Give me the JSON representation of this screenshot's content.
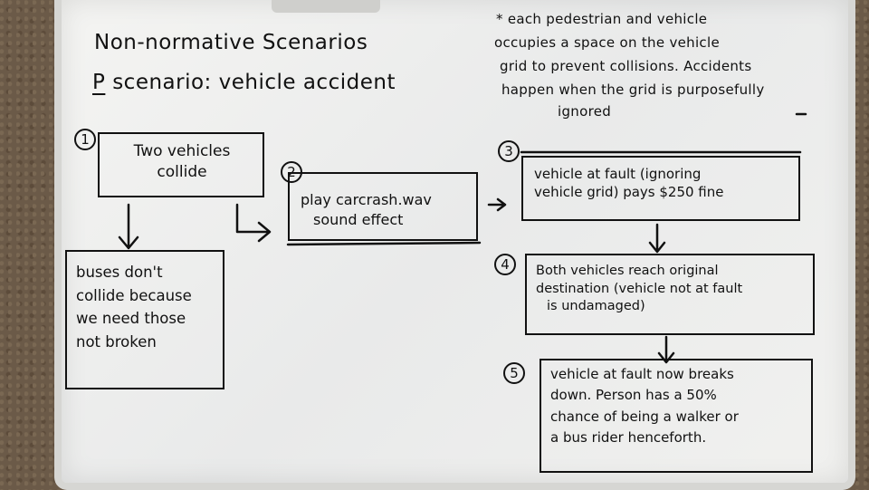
{
  "title_line1": "Non-normative Scenarios",
  "title_p": "P",
  "title_line2_rest": "scenario: vehicle accident",
  "note_lines": [
    "* each pedestrian and vehicle",
    "occupies a space on the vehicle",
    "grid to prevent collisions. Accidents",
    "happen when the grid is purposefully",
    "ignored"
  ],
  "steps": [
    {
      "num": "1",
      "lines": [
        "Two vehicles",
        "collide"
      ]
    },
    {
      "num": "2",
      "lines": [
        "play carcrash.wav",
        "sound effect"
      ]
    },
    {
      "num": "3",
      "lines": [
        "vehicle at fault (ignoring",
        "vehicle grid) pays $250 fine"
      ]
    },
    {
      "num": "4",
      "lines": [
        "Both vehicles reach original",
        "destination (vehicle not at fault",
        "is undamaged)"
      ]
    },
    {
      "num": "5",
      "lines": [
        "vehicle at fault now breaks",
        "down. Person has a 50%",
        "chance of being a walker or",
        "a bus rider henceforth."
      ]
    }
  ],
  "bus_box": {
    "lines": [
      "buses don't",
      "collide because",
      "we need those",
      "not broken"
    ]
  }
}
